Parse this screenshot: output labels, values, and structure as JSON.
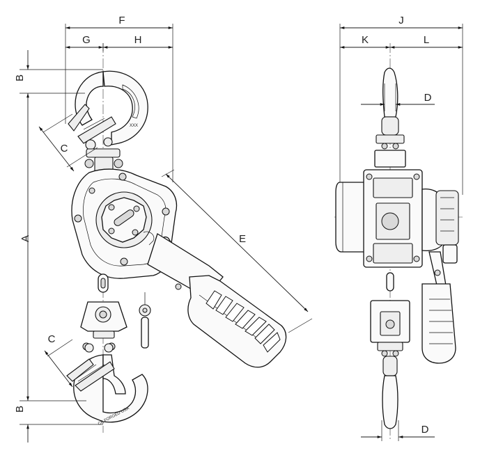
{
  "labels": {
    "A": "A",
    "B_top": "B",
    "B_bottom": "B",
    "C_top": "C",
    "C_bottom": "C",
    "D_top": "D",
    "D_bottom": "D",
    "E": "E",
    "F": "F",
    "G": "G",
    "H": "H",
    "J": "J",
    "K": "K",
    "L": "L"
  },
  "hook_marks": {
    "top": "XXX",
    "bottom": "CE FORGED USA"
  }
}
